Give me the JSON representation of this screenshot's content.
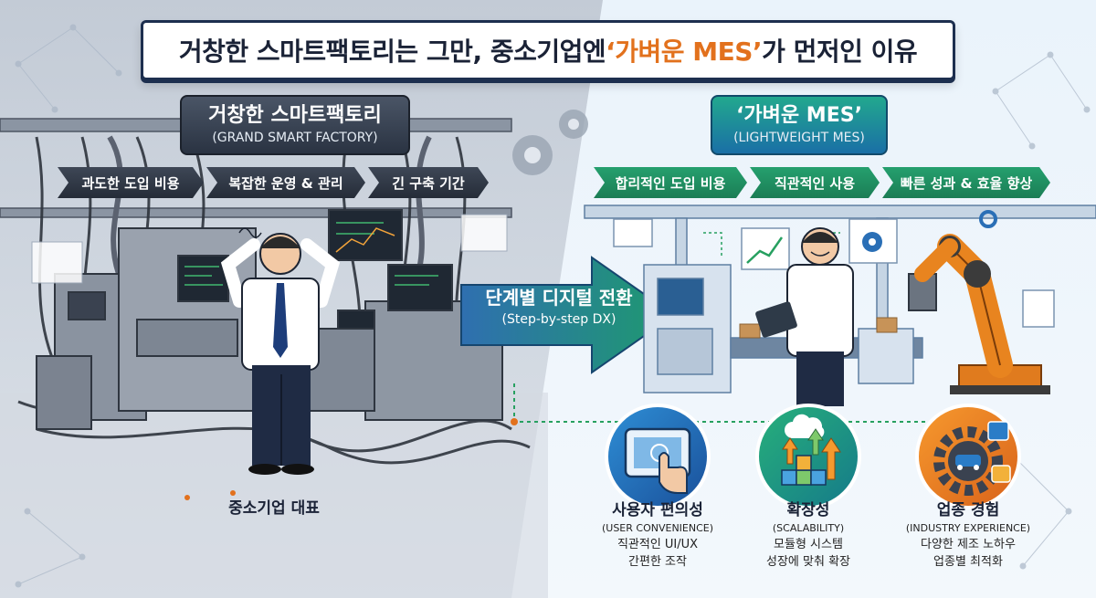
{
  "title": {
    "prefix": "거창한 스마트팩토리는 그만, 중소기업엔 ",
    "highlight": "‘가벼운 MES’",
    "suffix": "가 먼저인 이유"
  },
  "left": {
    "header": "거창한 스마트팩토리",
    "subheader": "(GRAND SMART FACTORY)",
    "tags": [
      "과도한 도입 비용",
      "복잡한 운영 & 관리",
      "긴 구축 기간"
    ],
    "person_label": "중소기업 대표"
  },
  "right": {
    "header": "‘가벼운 MES’",
    "subheader": "(LIGHTWEIGHT MES)",
    "tags": [
      "합리적인 도입 비용",
      "직관적인 사용",
      "빠른 성과 & 효율 향상"
    ]
  },
  "transition": {
    "label": "단계별 디지털 전환",
    "sublabel": "(Step-by-step DX)"
  },
  "features": [
    {
      "title": "사용자 편의성",
      "en": "(USER CONVENIENCE)",
      "line1": "직관적인 UI/UX",
      "line2": "간편한 조작",
      "icon": "tablet-touch-icon"
    },
    {
      "title": "확장성",
      "en": "(SCALABILITY)",
      "line1": "모듈형 시스템",
      "line2": "성장에 맞춰 확장",
      "icon": "scalability-arrows-icon"
    },
    {
      "title": "업종 경험",
      "en": "(INDUSTRY EXPERIENCE)",
      "line1": "다양한 제조 노하우",
      "line2": "업종별 최적화",
      "icon": "industry-gear-icon"
    }
  ],
  "colors": {
    "accent_orange": "#e2711d",
    "navy": "#1d2f4f",
    "teal_green": "#1f9a7a",
    "dark_gray": "#2f3744"
  }
}
